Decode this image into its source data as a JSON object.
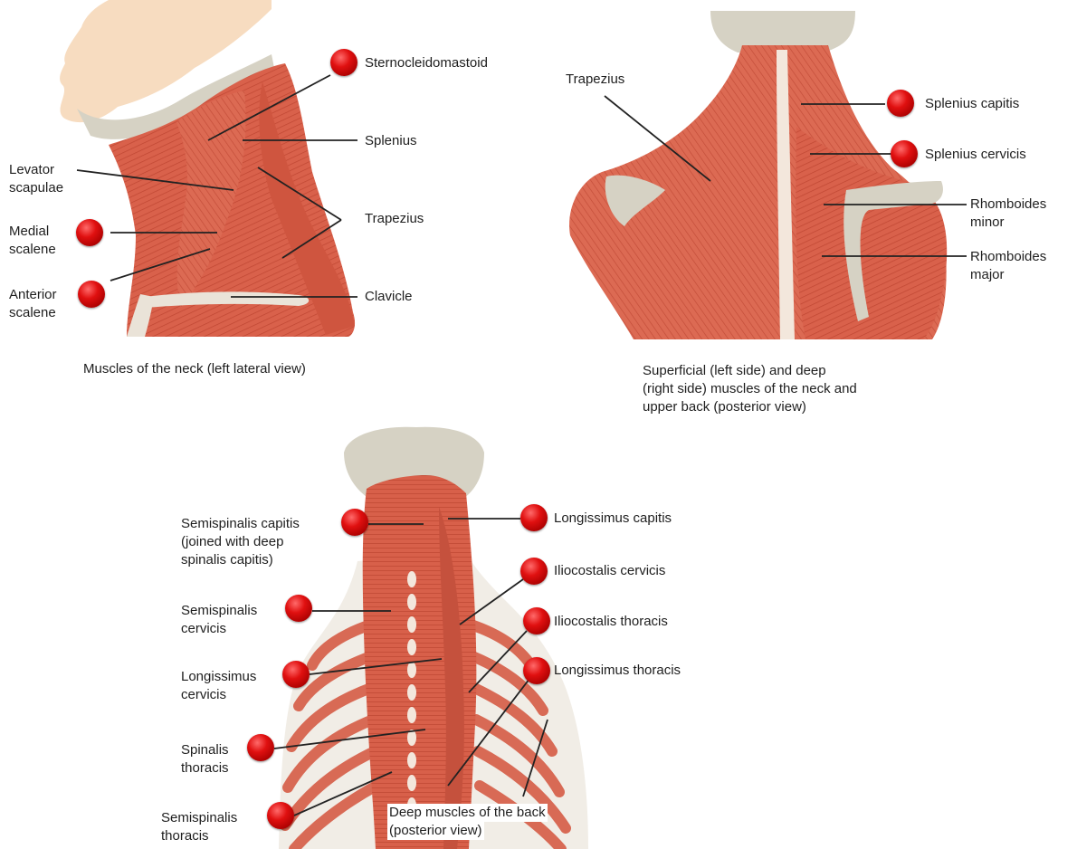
{
  "colors": {
    "muscle": "#d9614b",
    "muscle_dark": "#b7402f",
    "muscle_light": "#ec9a84",
    "tendon": "#f3e7dc",
    "bone": "#d6d2c4",
    "skin": "#f7dcc0",
    "marker": "#d10f0f",
    "leader": "#222222"
  },
  "neck_lateral": {
    "caption": "Muscles of the neck (left lateral view)",
    "labels": {
      "sternocleidomastoid": "Sternocleidomastoid",
      "splenius": "Splenius",
      "levator_1": "Levator",
      "levator_2": "scapulae",
      "trapezius": "Trapezius",
      "medial_1": "Medial",
      "medial_2": "scalene",
      "anterior_1": "Anterior",
      "anterior_2": "scalene",
      "clavicle": "Clavicle"
    }
  },
  "upper_back": {
    "caption_1": "Superficial (left side) and deep",
    "caption_2": "(right side) muscles of the neck and",
    "caption_3": "upper back (posterior view)",
    "labels": {
      "trapezius": "Trapezius",
      "splenius_capitis": "Splenius capitis",
      "splenius_cervicis": "Splenius cervicis",
      "rhomboides_minor_1": "Rhomboides",
      "rhomboides_minor_2": "minor",
      "rhomboides_major_1": "Rhomboides",
      "rhomboides_major_2": "major"
    }
  },
  "deep_back": {
    "caption_1": "Deep muscles of the back",
    "caption_2": "(posterior view)",
    "labels": {
      "semispinalis_capitis_1": "Semispinalis capitis",
      "semispinalis_capitis_2": "(joined with deep",
      "semispinalis_capitis_3": "spinalis capitis)",
      "longissimus_capitis": "Longissimus capitis",
      "iliocostalis_cervicis": "Iliocostalis cervicis",
      "semispinalis_cervicis_1": "Semispinalis",
      "semispinalis_cervicis_2": "cervicis",
      "iliocostalis_thoracis": "Iliocostalis thoracis",
      "longissimus_cervicis_1": "Longissimus",
      "longissimus_cervicis_2": "cervicis",
      "longissimus_thoracis": "Longissimus thoracis",
      "spinalis_thoracis_1": "Spinalis",
      "spinalis_thoracis_2": "thoracis",
      "semispinalis_thoracis_1": "Semispinalis",
      "semispinalis_thoracis_2": "thoracis"
    }
  }
}
